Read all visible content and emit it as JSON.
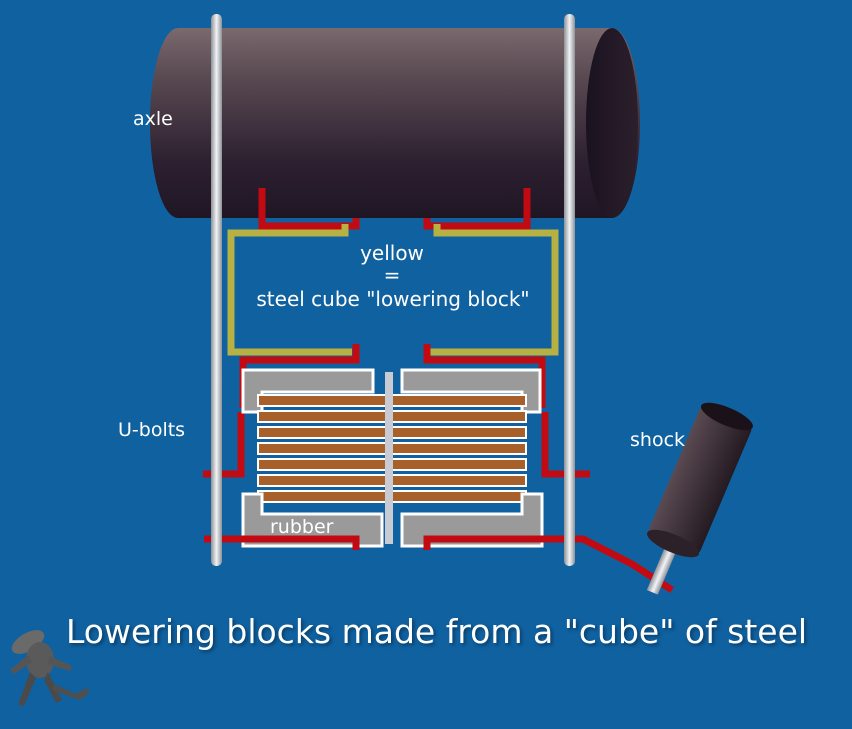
{
  "labels": {
    "axle": "axle",
    "yellow": "yellow",
    "equals": "=",
    "steel_cube": "steel cube \"lowering block\"",
    "u_bolts": "U-bolts",
    "shock": "shock",
    "rubber": "rubber"
  },
  "caption": "Lowering blocks made from a \"cube\" of steel",
  "colors": {
    "background": "#1061a0",
    "axle": "#2f2230",
    "u_bolt": "#c8ccd2",
    "bracket_red": "#c10a12",
    "lowering_block": "#b7b143",
    "leaf_spring": "#a8602a",
    "rubber_pad": "#9a9a9a",
    "shock_body": "#3a2c33"
  },
  "icons": [
    "alien-logo-icon"
  ]
}
